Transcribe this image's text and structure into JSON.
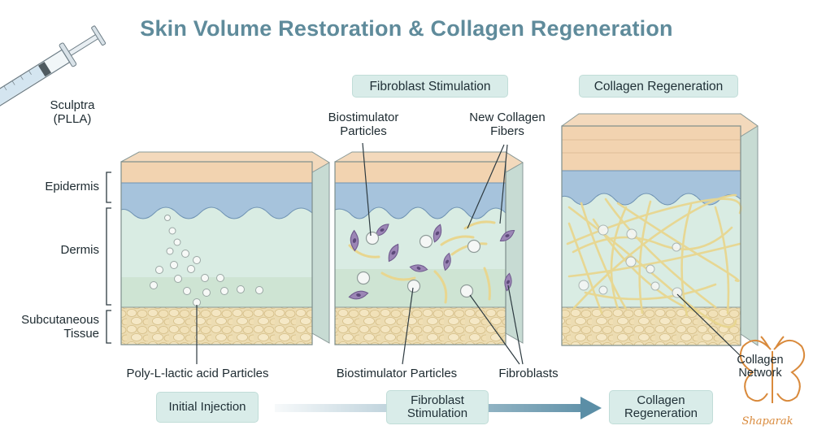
{
  "title": "Skin Volume Restoration & Collagen Regeneration",
  "stage_headers": {
    "fibroblast": "Fibroblast Stimulation",
    "collagen": "Collagen Regeneration"
  },
  "labels": {
    "syringe": [
      "Sculptra",
      "(PLLA)"
    ],
    "epidermis": "Epidermis",
    "dermis": "Dermis",
    "subcutaneous": [
      "Subcutaneous",
      "Tissue"
    ],
    "plla_particles": "Poly-L-lactic acid Particles",
    "biostimulator_top": [
      "Biostimulator",
      "Particles"
    ],
    "new_collagen": [
      "New Collagen",
      "Fibers"
    ],
    "biostimulator_bottom": "Biostimulator Particles",
    "fibroblasts": "Fibroblasts",
    "collagen_network": [
      "Collagen",
      "Network"
    ]
  },
  "flow": {
    "step1": "Initial Injection",
    "step2": [
      "Fibroblast",
      "Stimulation"
    ],
    "step3": [
      "Collagen",
      "Regeneration"
    ]
  },
  "watermark": "Shaparak",
  "colors": {
    "title": "#5f8b9b",
    "epidermis": "#f2d3b0",
    "wave": "#a6c3dc",
    "dermis": "#d9ece3",
    "fat": "#ecdcb2",
    "fibroblast": "#9c86b6",
    "collagen_fiber": "#e8d68f",
    "pill": "#d9ece9",
    "arrow": "#5b8ea6",
    "watermark": "#d98a3c"
  }
}
